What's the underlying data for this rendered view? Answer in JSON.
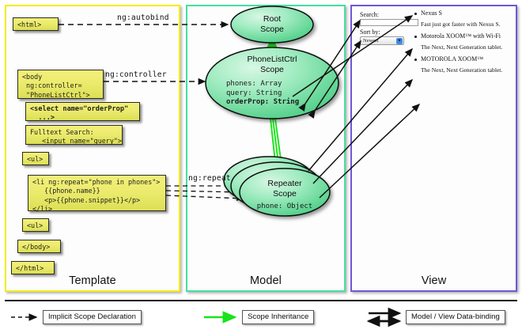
{
  "columns": [
    {
      "id": "template",
      "label": "Template",
      "border_color": "#f4eb1c"
    },
    {
      "id": "model",
      "label": "Model",
      "border_color": "#44e0a0"
    },
    {
      "id": "view",
      "label": "View",
      "border_color": "#6f57d8"
    }
  ],
  "template": {
    "boxes": [
      {
        "name": "html-open-tag",
        "text": "<html>"
      },
      {
        "name": "body-controller",
        "text": "<body\n ng:controller=\n \"PhoneListCtrl\">"
      },
      {
        "name": "select-orderprop",
        "text": "<select name=\"orderProp\"\n  ...>"
      },
      {
        "name": "fulltext-search",
        "text": "Fulltext Search:\n   <input name=\"query\">"
      },
      {
        "name": "ul-open-tag",
        "text": "<ul>"
      },
      {
        "name": "li-ngrepeat",
        "text": "<li ng:repeat=\"phone in phones\">\n   {{phone.name}}\n   <p>{{phone.snippet}}</p>\n</li>"
      },
      {
        "name": "ul-close-tag",
        "text": "<ul>"
      },
      {
        "name": "body-close-tag",
        "text": "</body>"
      },
      {
        "name": "html-close-tag",
        "text": "</html>"
      }
    ]
  },
  "edge_labels": {
    "autobind": "ng:autobind",
    "controller": "ng:controller",
    "repeat": "ng:repeat"
  },
  "model": {
    "root_scope": {
      "title": "Root\nScope",
      "props": ""
    },
    "phonelist_scope": {
      "title": "PhoneListCtrl\nScope",
      "props_plain": "phones: Array\nquery: String",
      "props_bold": "orderProp: String"
    },
    "repeater_scope": {
      "title": "Repeater\nScope",
      "props": "phone: Object"
    }
  },
  "view": {
    "search_label": "Search:",
    "search_value": "",
    "sort_label": "Sort by:",
    "sort_selected": "Newest",
    "phones": [
      {
        "name": "Nexus S",
        "snippet": "Fast just got faster with Nexus S."
      },
      {
        "name": "Motorola XOOM™  with Wi-Fi",
        "snippet": "The Next, Next Generation tablet."
      },
      {
        "name": "MOTOROLA XOOM™",
        "snippet": "The Next, Next Generation tablet."
      }
    ]
  },
  "legend": [
    {
      "name": "implicit-scope-declaration",
      "label": "Implicit Scope Declaration",
      "arrow": "dashed-black"
    },
    {
      "name": "scope-inheritance",
      "label": "Scope Inheritance",
      "arrow": "solid-green"
    },
    {
      "name": "model-view-data-binding",
      "label": "Model / View Data-binding",
      "arrow": "double-black"
    }
  ],
  "colors": {
    "template_border": "#f4eb1c",
    "model_border": "#44e0a0",
    "view_border": "#6f57d8",
    "code_box": "#eceb6e",
    "scope_fill": "#7fe3a8",
    "inheritance_arrow": "#18e418",
    "binding_arrow": "#111111"
  }
}
